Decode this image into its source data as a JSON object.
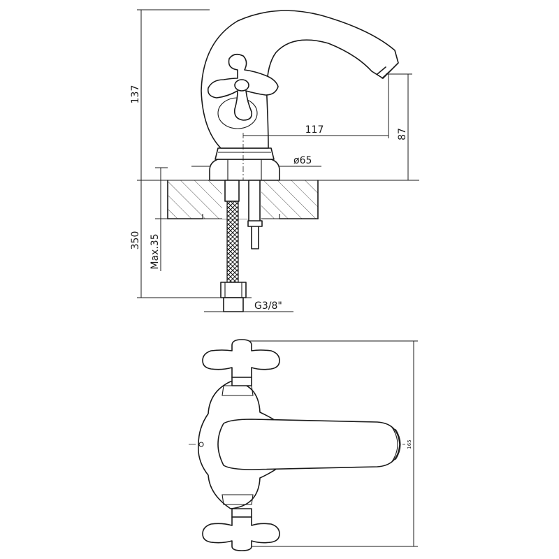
{
  "dimensions": {
    "height_total": "137",
    "spout_height": "87",
    "spout_reach": "117",
    "base_diameter": "ø65",
    "hose_length": "350",
    "max_counter": "Max.35",
    "thread": "G3/8\"",
    "top_view_width": "165"
  },
  "colors": {
    "line": "#1a1a1a",
    "background": "#ffffff"
  }
}
